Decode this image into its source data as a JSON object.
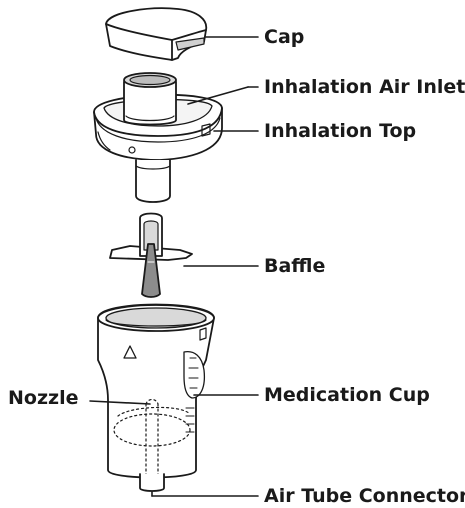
{
  "labels": {
    "cap": "Cap",
    "inhalation_air_inlet": "Inhalation Air Inlet",
    "inhalation_top": "Inhalation Top",
    "baffle": "Baffle",
    "medication_cup": "Medication Cup",
    "nozzle": "Nozzle",
    "air_tube_connector": "Air Tube Connector"
  },
  "colors": {
    "line": "#1a1a1a",
    "fill_light": "#ffffff",
    "fill_shade": "#d9d9d9",
    "fill_dark": "#8c8c8c"
  }
}
